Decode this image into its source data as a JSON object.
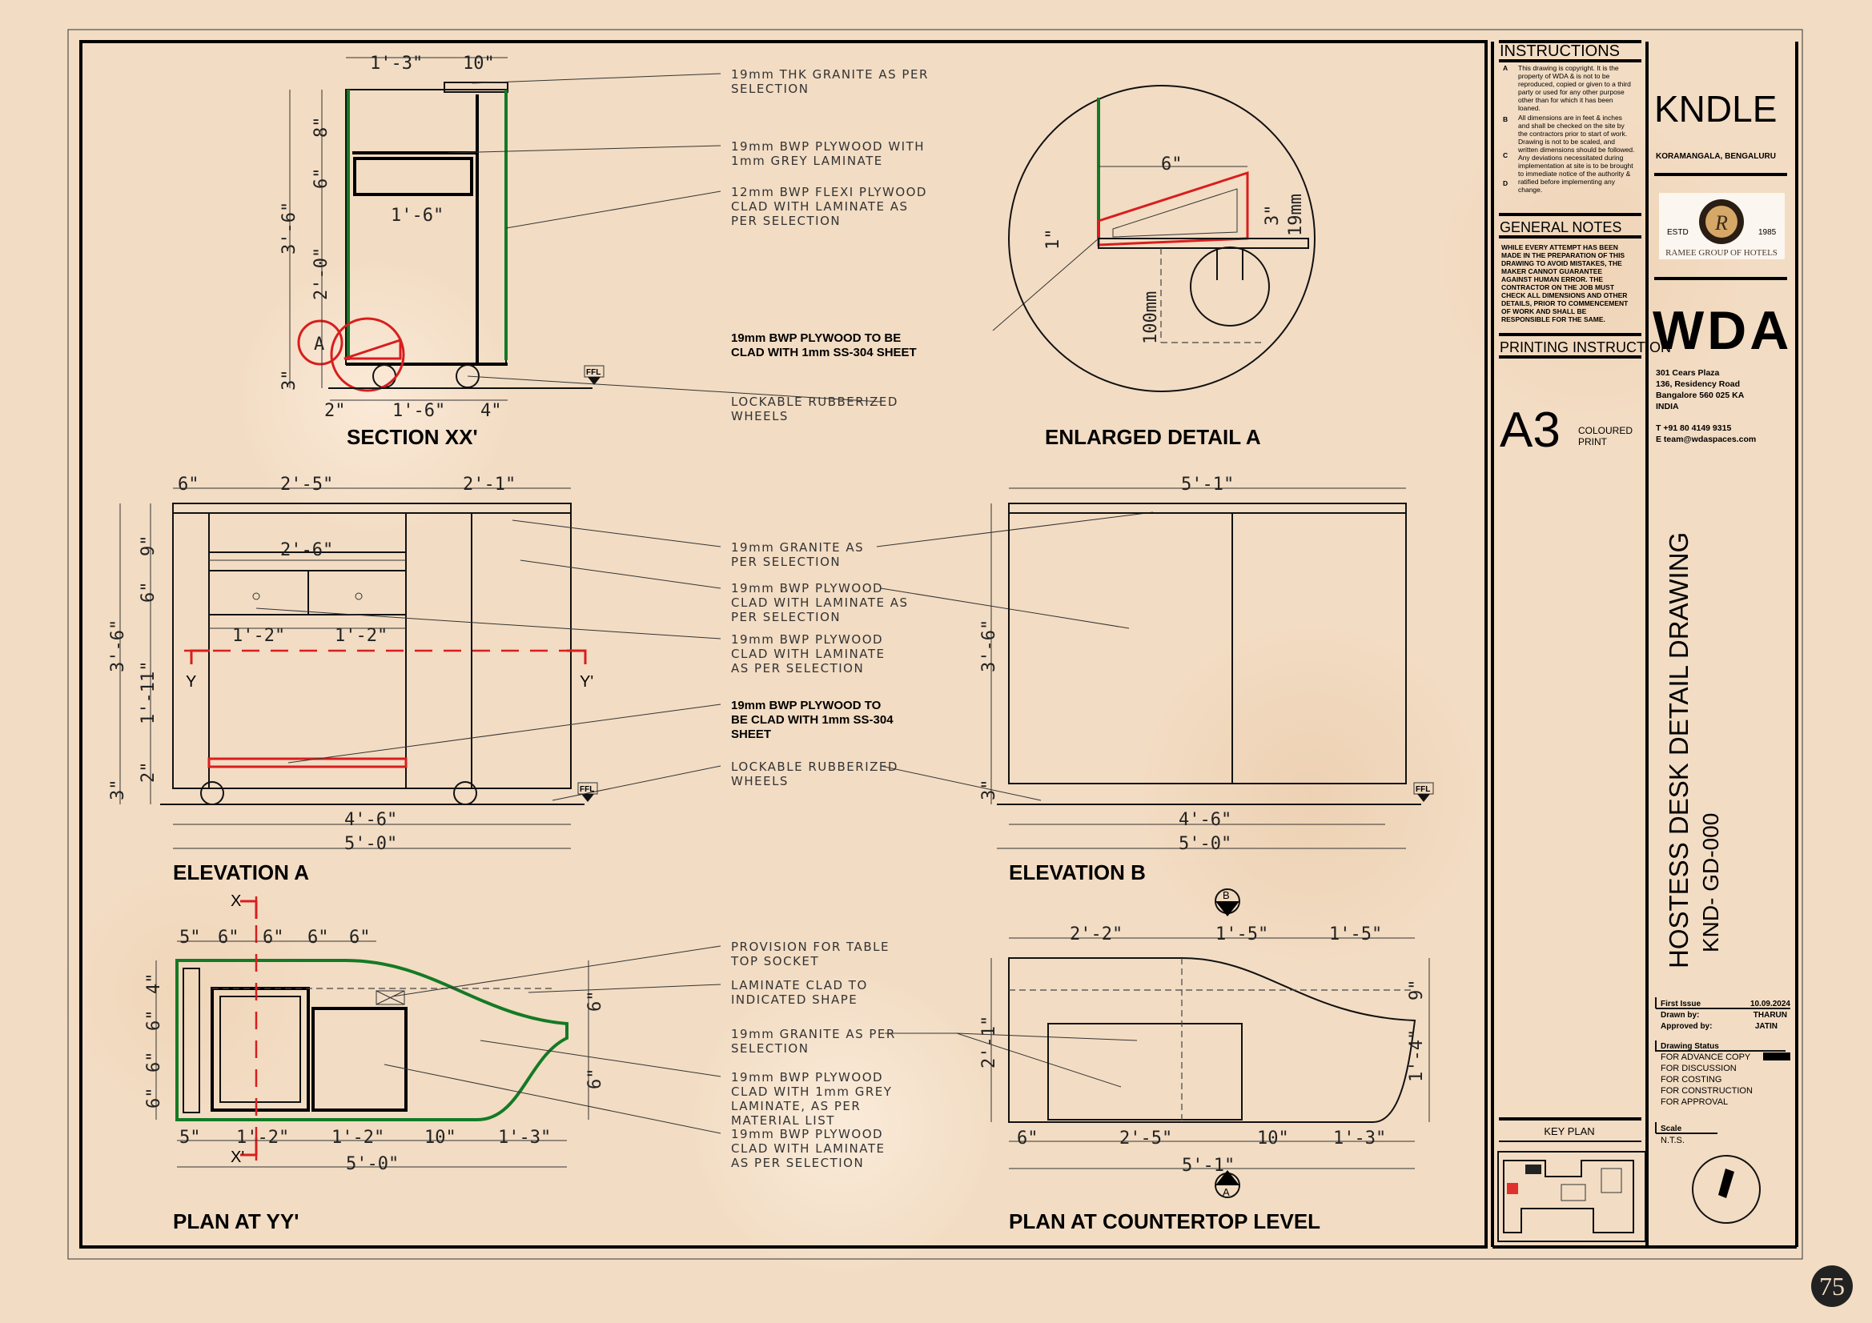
{
  "sheet": {
    "page_number": "75"
  },
  "colors": {
    "background": "#f2dcc3",
    "green_line": "#137a25",
    "red_markup": "#d81e1e",
    "wda_brand": "#ef6b6b"
  },
  "views": {
    "section_xx": {
      "title": "SECTION XX'",
      "marker": "A",
      "ffl": "FFL",
      "dims": [
        "1'-3\"",
        "10\"",
        "8\"",
        "6\"",
        "3'-6\"",
        "2'-0\"",
        "1'-6\"",
        "3\"",
        "2\"",
        "1'-6\"",
        "4\""
      ]
    },
    "enlarged_a": {
      "title": "ENLARGED DETAIL A",
      "dims": [
        "6\"",
        "3\"",
        "19mm",
        "1\"",
        "100mm"
      ]
    },
    "elevation_a": {
      "title": "ELEVATION A",
      "ffl": "FFL",
      "section_left": "Y",
      "section_right": "Y'",
      "dims": [
        "6\"",
        "2'-5\"",
        "2'-1\"",
        "2'-6\"",
        "1'-2\"",
        "1'-2\"",
        "3'-6\"",
        "9\"",
        "6\"",
        "1'-11\"",
        "2\"",
        "3\"",
        "4'-6\"",
        "5'-0\""
      ]
    },
    "elevation_b": {
      "title": "ELEVATION B",
      "ffl": "FFL",
      "dims": [
        "5'-1\"",
        "3'-6\"",
        "3\"",
        "4'-6\"",
        "5'-0\""
      ]
    },
    "plan_yy": {
      "title": "PLAN AT YY'",
      "section_top": "X",
      "section_bottom": "X'",
      "dims": [
        "5\"",
        "6\"",
        "6\"",
        "6\"",
        "6\"",
        "4\"",
        "6\"",
        "6\"",
        "6\"",
        "6\"",
        "6\"",
        "5\"",
        "1'-2\"",
        "1'-2\"",
        "10\"",
        "1'-3\"",
        "5'-0\""
      ]
    },
    "plan_countertop": {
      "title": "PLAN AT COUNTERTOP LEVEL",
      "marker_top": "B",
      "marker_bottom": "A",
      "dims": [
        "2'-2\"",
        "1'-5\"",
        "1'-5\"",
        "2'-1\"",
        "9\"",
        "1'-4\"",
        "6\"",
        "2'-5\"",
        "10\"",
        "1'-3\"",
        "5'-1\""
      ]
    }
  },
  "notes": {
    "section": [
      [
        "19mm THK GRANITE AS PER",
        "SELECTION"
      ],
      [
        "19mm BWP PLYWOOD WITH",
        "1mm GREY LAMINATE"
      ],
      [
        "12mm BWP FLEXI PLYWOOD",
        "CLAD WITH LAMINATE AS",
        "PER SELECTION"
      ],
      [
        "19mm BWP PLYWOOD TO BE",
        "CLAD WITH 1mm SS-304 SHEET"
      ],
      [
        "LOCKABLE RUBBERIZED",
        "WHEELS"
      ]
    ],
    "elevation": [
      [
        "19mm GRANITE AS",
        "PER SELECTION"
      ],
      [
        "19mm BWP PLYWOOD",
        "CLAD WITH LAMINATE AS",
        "PER  SELECTION"
      ],
      [
        "19mm BWP PLYWOOD",
        "CLAD WITH LAMINATE",
        "AS PER  SELECTION"
      ],
      [
        "19mm BWP PLYWOOD TO",
        "BE CLAD WITH 1mm SS-304",
        "SHEET"
      ],
      [
        "LOCKABLE RUBBERIZED",
        "WHEELS"
      ]
    ],
    "plan": [
      [
        "PROVISION FOR TABLE",
        "TOP SOCKET"
      ],
      [
        "LAMINATE CLAD TO",
        "INDICATED SHAPE"
      ],
      [
        "19mm GRANITE AS PER",
        "SELECTION"
      ],
      [
        "19mm BWP PLYWOOD",
        "CLAD WITH 1mm GREY",
        "LAMINATE, AS PER",
        "MATERIAL LIST"
      ],
      [
        "19mm BWP PLYWOOD",
        "CLAD WITH LAMINATE",
        "AS PER SELECTION"
      ]
    ]
  },
  "title_block": {
    "instructions": {
      "heading": "INSTRUCTIONS",
      "items": [
        {
          "letter": "A",
          "lines": [
            "This drawing is copyright. It is the",
            "property of WDA & is not to be",
            "reproduced, copied or given to a third",
            "party or used for any other purpose",
            "other than for which it has been",
            "loaned."
          ]
        },
        {
          "letter": "B",
          "lines": [
            "All dimensions are in feet & inches",
            "and shall be checked on the site by",
            "the contractors prior to start of work."
          ]
        },
        {
          "letter": "C",
          "lines": [
            "Drawing is not to be scaled, and",
            "written dimensions should be followed.",
            "Any deviations necessitated during"
          ]
        },
        {
          "letter": "D",
          "lines": [
            "implementation at site is to be brought",
            "to immediate notice of the authority &",
            "ratified before implementing any",
            "change."
          ]
        }
      ]
    },
    "general_notes": {
      "heading": "GENERAL NOTES",
      "lines": [
        "WHILE EVERY ATTEMPT HAS BEEN",
        "MADE IN THE PREPARATION OF THIS",
        "DRAWING TO AVOID MISTAKES, THE",
        "MAKER CANNOT GUARANTEE",
        "AGAINST HUMAN ERROR. THE",
        "CONTRACTOR ON THE JOB MUST",
        "CHECK ALL DIMENSIONS AND OTHER",
        "DETAILS, PRIOR TO COMMENCEMENT",
        "OF WORK AND SHALL BE",
        "RESPONSIBLE FOR THE SAME."
      ]
    },
    "printing": {
      "heading": "PRINTING INSTRUCTION",
      "size": "A3",
      "mode_lines": [
        "COLOURED",
        "PRINT"
      ]
    },
    "key_plan": {
      "heading": "KEY PLAN"
    },
    "client": {
      "name": "KNDLE",
      "location": "KORAMANGALA, BENGALURU"
    },
    "client_logo": {
      "estd": "ESTD",
      "year": "1985",
      "name": "RAMEE GROUP OF HOTELS"
    },
    "firm": {
      "logo": "WDA",
      "address": [
        "301 Cears Plaza",
        "136, Residency Road",
        "Bangalore 560 025 KA",
        "INDIA"
      ],
      "phone": "T  +91 80 4149 9315",
      "email": "E  team@wdaspaces.com"
    },
    "drawing_title": "HOSTESS DESK DETAIL DRAWING",
    "drawing_number": "KND- GD-000",
    "issue": {
      "first_issue_label": "First Issue",
      "first_issue_date": "10.09.2024",
      "drawn_by_label": "Drawn by:",
      "drawn_by": "THARUN",
      "approved_by_label": "Approved by:",
      "approved_by": "JATIN"
    },
    "status": {
      "heading": "Drawing Status",
      "options": [
        "FOR ADVANCE COPY",
        "FOR DISCUSSION",
        "FOR COSTING",
        "FOR CONSTRUCTION",
        "FOR APPROVAL"
      ],
      "selected": "FOR ADVANCE COPY"
    },
    "scale": {
      "heading": "Scale",
      "value": "N.T.S."
    }
  }
}
